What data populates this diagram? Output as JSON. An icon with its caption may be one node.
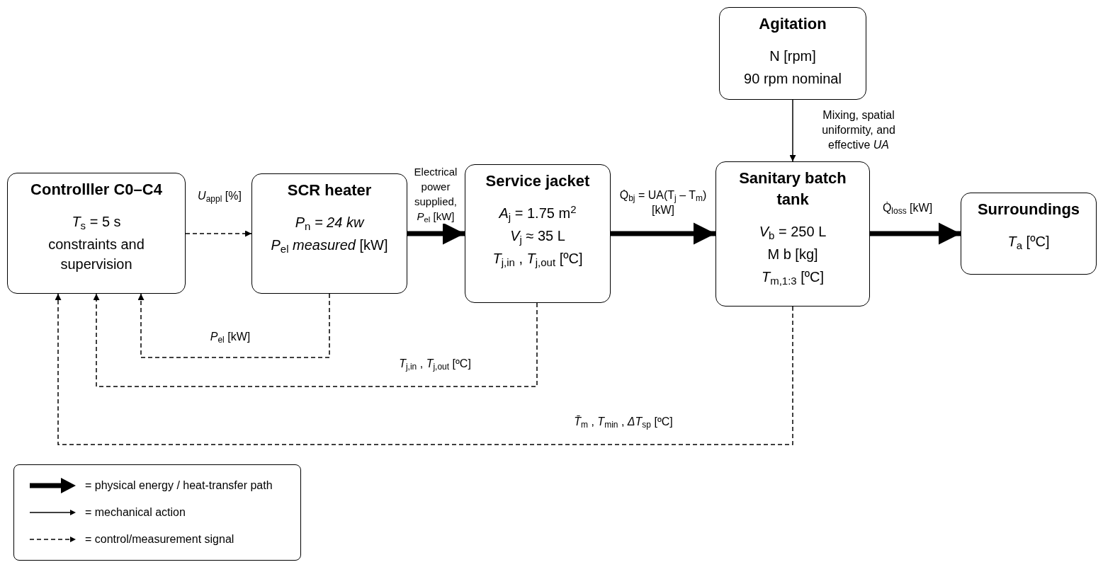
{
  "diagram": {
    "nodes": [
      {
        "text": [
          "Controlller C0–C4",
          "*T*$_{s}$ = 5 s",
          "constraints and supervision"
        ]
      },
      {
        "text": [
          "SCR heater",
          "*P*$_{n}$ *= 24 kw*",
          "*P*$_{el}$ *measured* [kW]"
        ]
      },
      {
        "text": [
          "Service jacket",
          "*A*$_{j}$ = 1.75 m$^{2}$",
          "*V*$_{j}$ ≈ 35 L",
          "*T*$_{j,in}$ , *T*$_{j,out}$ [ºC]"
        ]
      },
      {
        "text": [
          "Agitation",
          "N [rpm]",
          "90 rpm nominal"
        ]
      },
      {
        "text": [
          "Sanitary batch tank",
          "*V*$_{b}$ = 250 L",
          "M b [kg]",
          "*T*$_{m,1:3}$ [ºC]"
        ]
      },
      {
        "text": [
          "Surroundings",
          "*T*$_{a}$ [ºC]"
        ]
      }
    ],
    "edges": [
      {
        "from": 0,
        "to": 1,
        "arrow": "to",
        "style": "dashed",
        "label": "*U*$_{appl}$ [%]"
      },
      {
        "from": 1,
        "to": 2,
        "arrow": "to",
        "style": "thick",
        "label": "Electrical power supplied, *P*$_{el}$ [kW]"
      },
      {
        "from": 2,
        "to": 4,
        "arrow": "to",
        "style": "thick",
        "label": "Q̇$_{bj}$ = UA(T$_{j}$ – T$_{m}$) [kW]"
      },
      {
        "from": 4,
        "to": 5,
        "arrow": "to",
        "style": "thick",
        "label": "Q̇$_{loss}$ [kW]"
      },
      {
        "from": 3,
        "to": 4,
        "arrow": "to",
        "label": "Mixing, spatial uniformity, and effective *UA*"
      },
      {
        "from": 1,
        "to": 0,
        "arrow": "to",
        "style": "dashed",
        "label": "*P*$_{el}$ [kW]"
      },
      {
        "from": 2,
        "to": 0,
        "arrow": "to",
        "style": "dashed",
        "label": "*T*$_{j,in}$ , *T*$_{j,out}$ [ºC]"
      },
      {
        "from": 4,
        "to": 0,
        "arrow": "to",
        "style": "dashed",
        "label": "*T̄*$_{m}$ , *T*$_{min}$ , *ΔT*$_{sp}$ [ºC]"
      }
    ],
    "legend": [
      {
        "text": "= physical energy / heat-transfer path"
      },
      {
        "text": "= mechanical action"
      },
      {
        "text": "= control/measurement signal"
      }
    ]
  }
}
